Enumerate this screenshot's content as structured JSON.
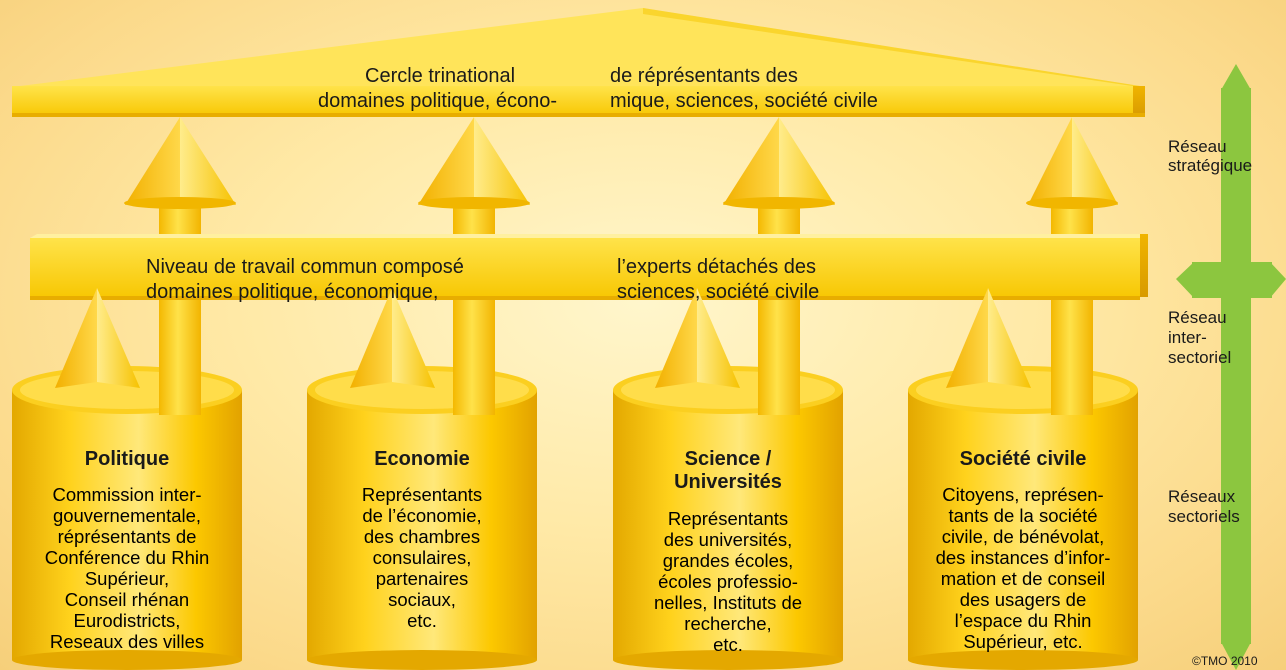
{
  "roof": {
    "line1_left": "Cercle trinational",
    "line1_right": "de réprésentants des",
    "line2_left": "domaines politique, écono-",
    "line2_right": "mique, sciences, société civile"
  },
  "middle_bar": {
    "line1_left": "Niveau de travail commun composé",
    "line1_right": "l’experts détachés des",
    "line2_left": "domaines politique, économique,",
    "line2_right": "sciences, société civile"
  },
  "pillars": [
    {
      "title": "Politique",
      "lines": [
        "Commission inter-",
        "gouvernementale,",
        "réprésentants de",
        "Conférence du Rhin",
        "Supérieur,",
        "Conseil rhénan",
        "Eurodistricts,",
        "Reseaux des villes"
      ]
    },
    {
      "title": "Economie",
      "lines": [
        "Représentants",
        "de l’économie,",
        "des chambres",
        "consulaires,",
        "partenaires",
        "sociaux,",
        "etc."
      ]
    },
    {
      "title_line1": "Science /",
      "title_line2": "Universités",
      "lines": [
        "Représentants",
        "des universités,",
        "grandes écoles,",
        "écoles professio-",
        "nelles, Instituts de",
        "recherche,",
        "etc."
      ]
    },
    {
      "title": "Société civile",
      "lines": [
        "Citoyens, représen-",
        "tants de la société",
        "civile, de bénévolat,",
        "des instances d’infor-",
        "mation et de conseil",
        "des usagers de",
        "l’espace du Rhin",
        "Supérieur, etc."
      ]
    }
  ],
  "side_labels": {
    "strategic_1": "Réseau",
    "strategic_2": "stratégique",
    "inter_1": "Réseau",
    "inter_2": "inter-",
    "inter_3": "sectoriel",
    "sector_1": "Réseaux",
    "sector_2": "sectoriels"
  },
  "copyright": "©TMO 2010",
  "colors": {
    "gold": "#f5c400",
    "gold_light": "#ffe24a",
    "gold_dark": "#e0a200",
    "green": "#8cc63f"
  }
}
